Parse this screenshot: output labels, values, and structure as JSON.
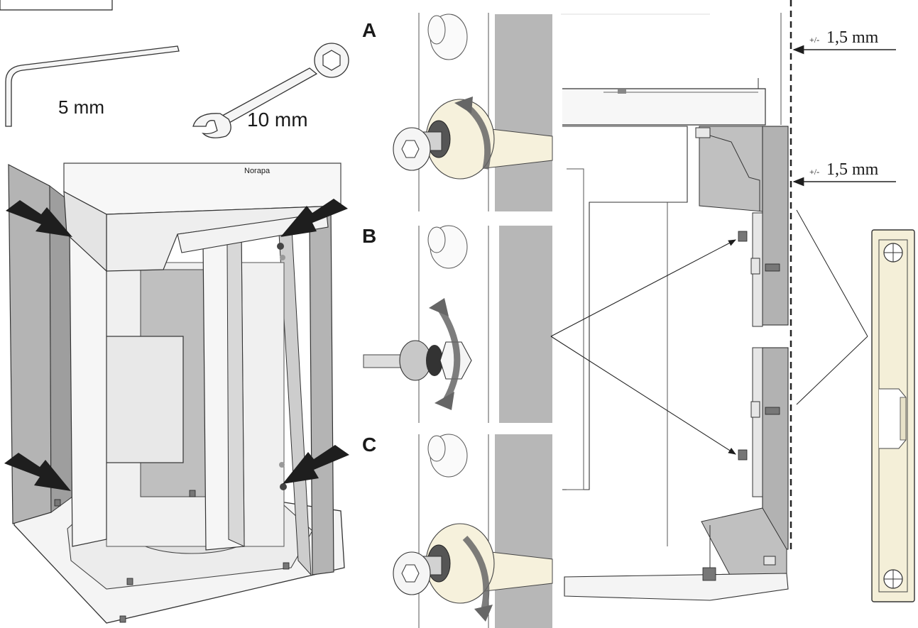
{
  "tools": {
    "allen_key_label": "5 mm",
    "wrench_label": "10 mm"
  },
  "brand_text": "Norapa",
  "steps": {
    "a": "A",
    "b": "B",
    "c": "C"
  },
  "tolerance": {
    "top_prefix": "+/-",
    "top_value": "1,5 mm",
    "bottom_prefix": "+/-",
    "bottom_value": "1,5 mm"
  },
  "colors": {
    "metal_gray": "#a8a8a8",
    "panel_gray": "#bdbdbd",
    "highlight_cream": "#f6f1dc",
    "level_cream": "#f4efd8",
    "arrow_black": "#1e1e1e"
  }
}
